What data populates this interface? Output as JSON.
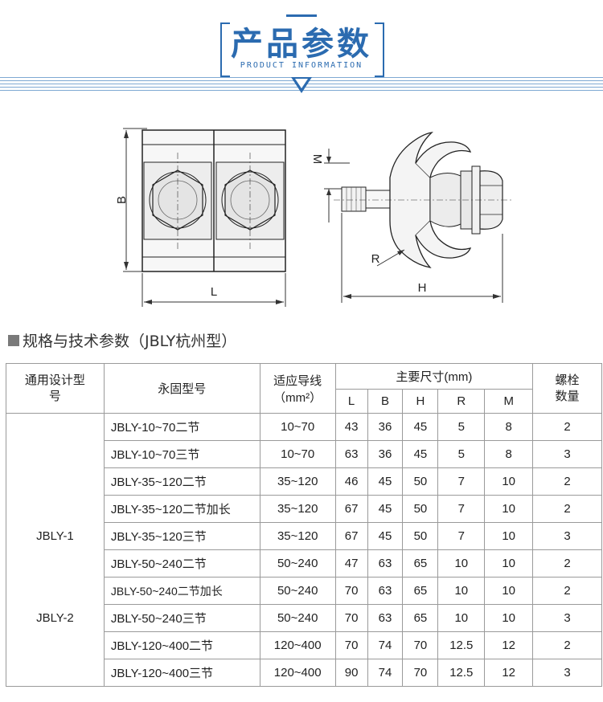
{
  "header": {
    "title_cn": "产品参数",
    "title_en": "PRODUCT INFORMATION"
  },
  "drawing": {
    "front_labels": {
      "b": "B",
      "l": "L"
    },
    "side_labels": {
      "m": "M",
      "r": "R",
      "h": "H"
    }
  },
  "section": {
    "title": "规格与技术参数（JBLY杭州型）"
  },
  "table": {
    "headers": {
      "general_model": "通用设计型号",
      "model": "永固型号",
      "wire": "适应导线",
      "wire_unit": "（mm²）",
      "dims": "主要尺寸(mm)",
      "l": "L",
      "b": "B",
      "h": "H",
      "r": "R",
      "m": "M",
      "bolts": "螺栓数量"
    },
    "groups": [
      "JBLY-1",
      "JBLY-2"
    ],
    "rows": [
      {
        "model": "JBLY-10~70二节",
        "wire": "10~70",
        "L": "43",
        "B": "36",
        "H": "45",
        "R": "5",
        "M": "8",
        "bolts": "2"
      },
      {
        "model": "JBLY-10~70三节",
        "wire": "10~70",
        "L": "63",
        "B": "36",
        "H": "45",
        "R": "5",
        "M": "8",
        "bolts": "3"
      },
      {
        "model": "JBLY-35~120二节",
        "wire": "35~120",
        "L": "46",
        "B": "45",
        "H": "50",
        "R": "7",
        "M": "10",
        "bolts": "2"
      },
      {
        "model": "JBLY-35~120二节加长",
        "wire": "35~120",
        "L": "67",
        "B": "45",
        "H": "50",
        "R": "7",
        "M": "10",
        "bolts": "2"
      },
      {
        "model": "JBLY-35~120三节",
        "wire": "35~120",
        "L": "67",
        "B": "45",
        "H": "50",
        "R": "7",
        "M": "10",
        "bolts": "3"
      },
      {
        "model": "JBLY-50~240二节",
        "wire": "50~240",
        "L": "47",
        "B": "63",
        "H": "65",
        "R": "10",
        "M": "10",
        "bolts": "2"
      },
      {
        "model": "JBLY-50~240二节加长",
        "wire": "50~240",
        "L": "70",
        "B": "63",
        "H": "65",
        "R": "10",
        "M": "10",
        "bolts": "2"
      },
      {
        "model": "JBLY-50~240三节",
        "wire": "50~240",
        "L": "70",
        "B": "63",
        "H": "65",
        "R": "10",
        "M": "10",
        "bolts": "3"
      },
      {
        "model": "JBLY-120~400二节",
        "wire": "120~400",
        "L": "70",
        "B": "74",
        "H": "70",
        "R": "12.5",
        "M": "12",
        "bolts": "2"
      },
      {
        "model": "JBLY-120~400三节",
        "wire": "120~400",
        "L": "90",
        "B": "74",
        "H": "70",
        "R": "12.5",
        "M": "12",
        "bolts": "3"
      }
    ]
  }
}
